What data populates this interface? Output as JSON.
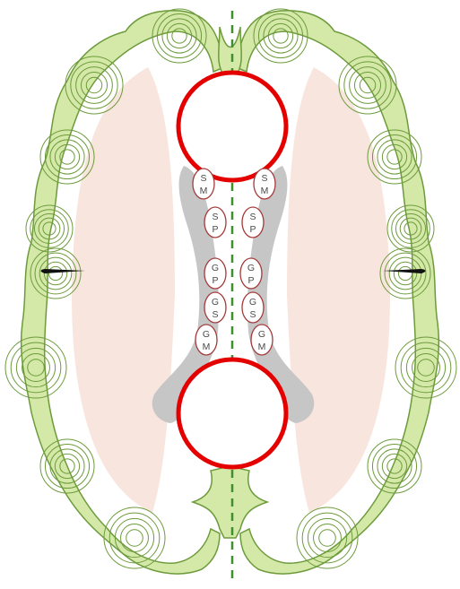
{
  "diagram": {
    "colors": {
      "cortex_fill": "#d4e8a8",
      "cortex_stroke": "#6d9b3c",
      "white_matter": "#f8e6de",
      "ventricle": "#c6c6c6",
      "midline": "#3f8f2f",
      "marker_red": "#e50000",
      "label_oval": "#a43a3a"
    },
    "labels": {
      "sm_left": [
        "S",
        "M"
      ],
      "sm_right": [
        "S",
        "M"
      ],
      "sp_left": [
        "S",
        "P"
      ],
      "sp_right": [
        "S",
        "P"
      ],
      "gp_left": [
        "G",
        "P"
      ],
      "gp_right": [
        "G",
        "P"
      ],
      "gs_left": [
        "G",
        "S"
      ],
      "gs_right": [
        "G",
        "S"
      ],
      "gm_left": [
        "G",
        "M"
      ],
      "gm_right": [
        "G",
        "M"
      ]
    }
  }
}
